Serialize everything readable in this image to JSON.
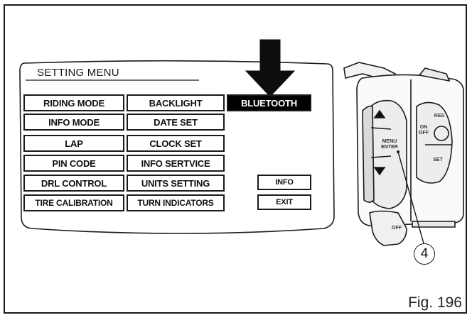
{
  "menu": {
    "title": "SETTING MENU",
    "items": [
      {
        "label": "RIDING MODE"
      },
      {
        "label": "BACKLIGHT"
      },
      {
        "label": "BLUETOOTH",
        "selected": true
      },
      {
        "label": "INFO MODE"
      },
      {
        "label": "DATE SET"
      },
      {
        "label": "LAP"
      },
      {
        "label": "CLOCK SET"
      },
      {
        "label": "PIN CODE"
      },
      {
        "label": "INFO SERTVICE"
      },
      {
        "label": "DRL CONTROL"
      },
      {
        "label": "UNITS SETTING"
      },
      {
        "label": "TIRE CALIBRATION"
      },
      {
        "label": "TURN INDICATORS"
      }
    ],
    "side_buttons": {
      "info": "INFO",
      "exit": "EXIT"
    }
  },
  "handlebar": {
    "menu_enter": "MENU\nENTER",
    "on_off": "ON\nOFF",
    "set": "SET",
    "res": "RES",
    "off": "OFF"
  },
  "callout": "4",
  "figure_label": "Fig. 196",
  "colors": {
    "ink": "#1a1a1a",
    "selected_bg": "#000000",
    "selected_fg": "#ffffff"
  }
}
